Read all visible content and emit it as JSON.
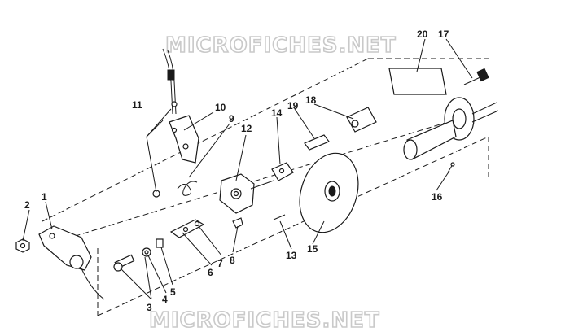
{
  "watermark": {
    "top_text": "MICROFICHES.NET",
    "bottom_text": "MICROFICHES.NET"
  },
  "callouts": {
    "c1": "1",
    "c2": "2",
    "c3": "3",
    "c4": "4",
    "c5": "5",
    "c6": "6",
    "c7": "7",
    "c8": "8",
    "c9": "9",
    "c10": "10",
    "c11": "11",
    "c12": "12",
    "c13": "13",
    "c14": "14",
    "c15": "15",
    "c16": "16",
    "c17": "17",
    "c18": "18",
    "c19": "19",
    "c20": "20"
  }
}
